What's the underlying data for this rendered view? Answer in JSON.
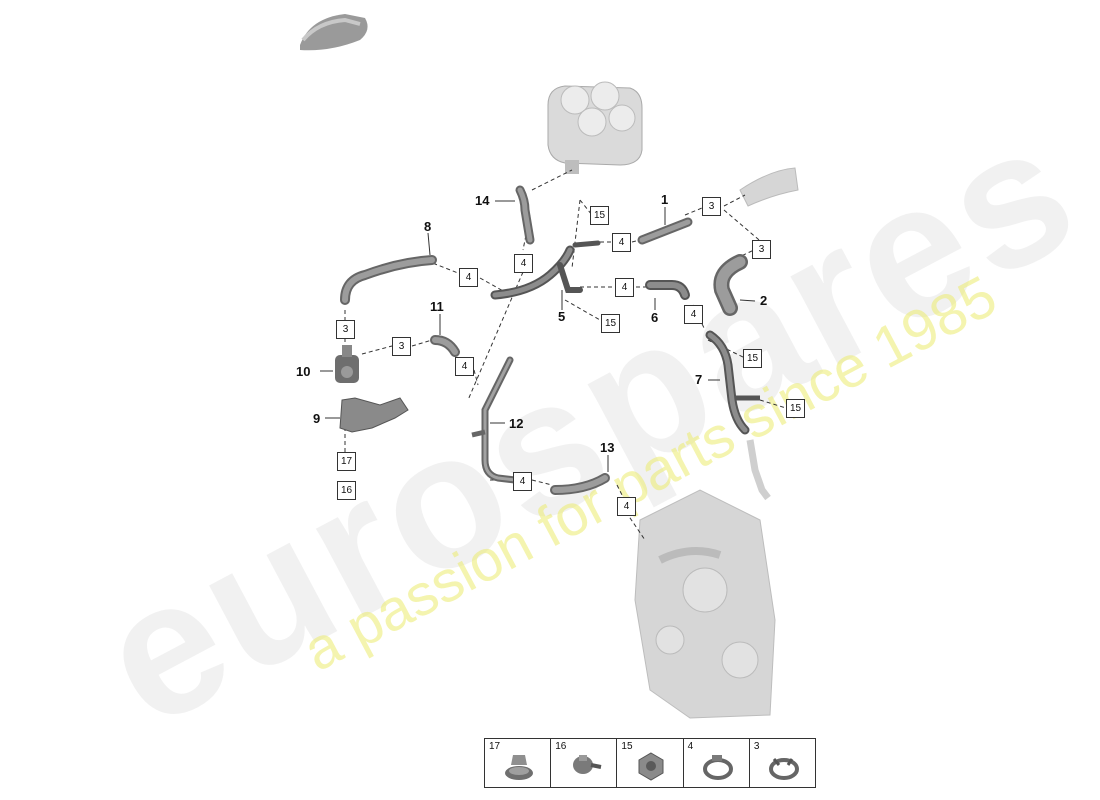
{
  "watermark": {
    "brand": "eurospares",
    "tagline": "a passion for parts since 1985"
  },
  "callouts": {
    "n1": "1",
    "n2": "2",
    "n5": "5",
    "n6": "6",
    "n7": "7",
    "n8": "8",
    "n9": "9",
    "n10": "10",
    "n11": "11",
    "n12": "12",
    "n13": "13",
    "n14": "14"
  },
  "boxes": {
    "b3a": "3",
    "b3b": "3",
    "b3c": "3",
    "b3d": "3",
    "b4a": "4",
    "b4b": "4",
    "b4c": "4",
    "b4d": "4",
    "b4e": "4",
    "b4f": "4",
    "b4g": "4",
    "b4h": "4",
    "b15a": "15",
    "b15b": "15",
    "b15c": "15",
    "b15d": "15",
    "b17": "17",
    "b16": "16"
  },
  "legend": {
    "items": [
      "17",
      "16",
      "15",
      "4",
      "3"
    ]
  },
  "colors": {
    "part_fill": "#8f8f8f",
    "part_dark": "#555555",
    "ghost_fill": "#d6d6d6",
    "watermark_grey": "#d7d7d7",
    "watermark_yellow": "#ebeb6e"
  }
}
